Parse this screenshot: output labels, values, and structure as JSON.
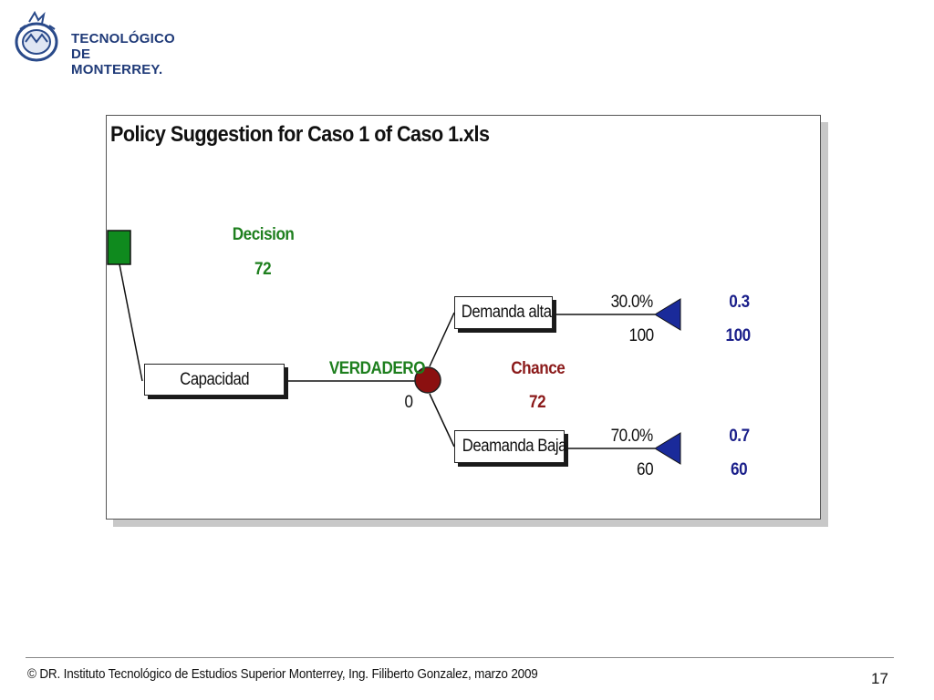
{
  "header": {
    "logo_line1": "TECNOLÓGICO",
    "logo_line2": "DE MONTERREY."
  },
  "diagram": {
    "title": "Policy Suggestion for Caso 1 of Caso 1.xls",
    "root": {
      "type_label": "Decision",
      "value": "72"
    },
    "decision_node": {
      "label": "Capacidad"
    },
    "branch": {
      "label": "VERDADERO",
      "value": "0"
    },
    "chance_node": {
      "type_label": "Chance",
      "value": "72"
    },
    "outcomes": [
      {
        "label": "Demanda alta",
        "probability": "30.0%",
        "payoff": "100",
        "end_prob": "0.3",
        "end_value": "100"
      },
      {
        "label": "Deamanda Baja",
        "probability": "70.0%",
        "payoff": "60",
        "end_prob": "0.7",
        "end_value": "60"
      }
    ],
    "colors": {
      "decision": "#0f8a1e",
      "chance": "#8b1010",
      "terminal": "#1a2a9a"
    }
  },
  "footer": {
    "copyright": "© DR. Instituto Tecnológico de Estudios Superior  Monterrey, Ing. Filiberto Gonzalez,  marzo 2009",
    "page_number": "17"
  }
}
